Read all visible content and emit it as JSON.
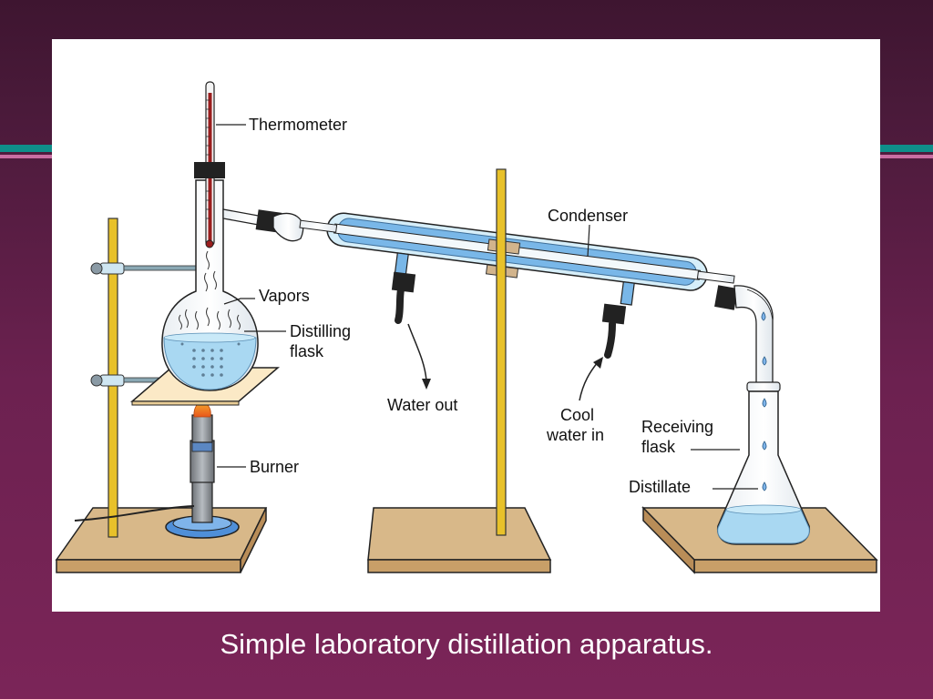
{
  "diagram": {
    "labels": {
      "thermometer": "Thermometer",
      "condenser": "Condenser",
      "vapors": "Vapors",
      "distilling_flask_line1": "Distilling",
      "distilling_flask_line2": "flask",
      "water_out": "Water out",
      "cool_water_line1": "Cool",
      "cool_water_line2": "water in",
      "receiving_flask_line1": "Receiving",
      "receiving_flask_line2": "flask",
      "burner": "Burner",
      "distillate": "Distillate"
    },
    "colors": {
      "water": "#a9d8f2",
      "coolant": "#79b7e8",
      "base": "#d8b889",
      "rod": "#e8c12a",
      "thermo_red": "#9a1e1e"
    }
  },
  "caption": "Simple laboratory distillation apparatus.",
  "theme": {
    "background": "#6c2150",
    "stripe_teal": "#0e8f8a",
    "stripe_pink": "#c96ea2"
  }
}
